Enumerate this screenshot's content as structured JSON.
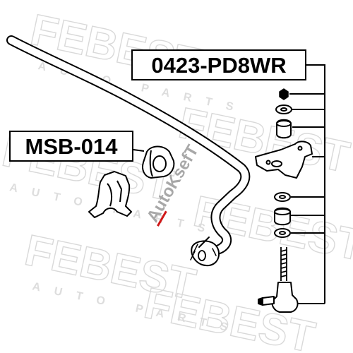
{
  "labels": {
    "part_number_link_kit": "0423-PD8WR",
    "part_number_bushing": "MSB-014"
  },
  "watermarks": {
    "brand": "FEBEST",
    "subtitle": "AUTO PARTS",
    "overlay_logo": "AutoKsefT"
  },
  "colors": {
    "line": "#000000",
    "watermark": "#d6d6d6",
    "overlay_logo": "#9a9a9a",
    "overlay_accent": "#d01818",
    "background": "#ffffff"
  }
}
